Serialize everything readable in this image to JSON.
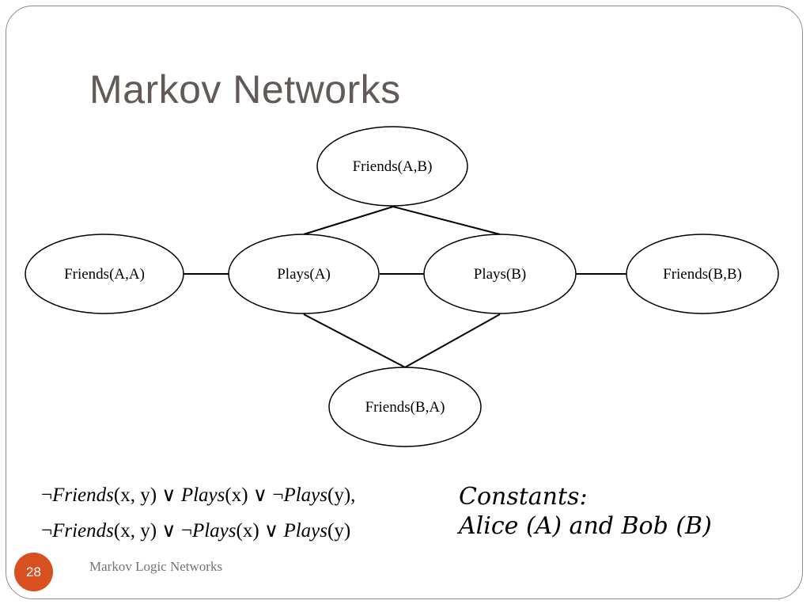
{
  "slide": {
    "title": "Markov Networks",
    "page_number": "28",
    "footer": "Markov Logic Networks"
  },
  "diagram": {
    "nodes": [
      {
        "id": "friends-ab",
        "label": "Friends(A,B)"
      },
      {
        "id": "friends-aa",
        "label": "Friends(A,A)"
      },
      {
        "id": "plays-a",
        "label": "Plays(A)"
      },
      {
        "id": "plays-b",
        "label": "Plays(B)"
      },
      {
        "id": "friends-bb",
        "label": "Friends(B,B)"
      },
      {
        "id": "friends-ba",
        "label": "Friends(B,A)"
      }
    ],
    "edges": [
      [
        "friends-ab",
        "plays-a"
      ],
      [
        "friends-ab",
        "plays-b"
      ],
      [
        "friends-aa",
        "plays-a"
      ],
      [
        "plays-a",
        "plays-b"
      ],
      [
        "plays-b",
        "friends-bb"
      ],
      [
        "plays-a",
        "friends-ba"
      ],
      [
        "plays-b",
        "friends-ba"
      ]
    ]
  },
  "formulas": {
    "line1": {
      "neg1": "¬",
      "friends": "Friends",
      "args1": "(x, y) ∨ ",
      "plays1": "Plays",
      "args2": "(x) ∨ ¬",
      "plays2": "Plays",
      "args3": "(y),"
    },
    "line2": {
      "neg1": "¬",
      "friends": "Friends",
      "args1": "(x, y) ∨ ¬",
      "plays1": "Plays",
      "args2": "(x) ∨ ",
      "plays2": "Plays",
      "args3": "(y)"
    }
  },
  "constants": {
    "heading": "Constants:",
    "text": "Alice (A) and Bob (B)"
  }
}
